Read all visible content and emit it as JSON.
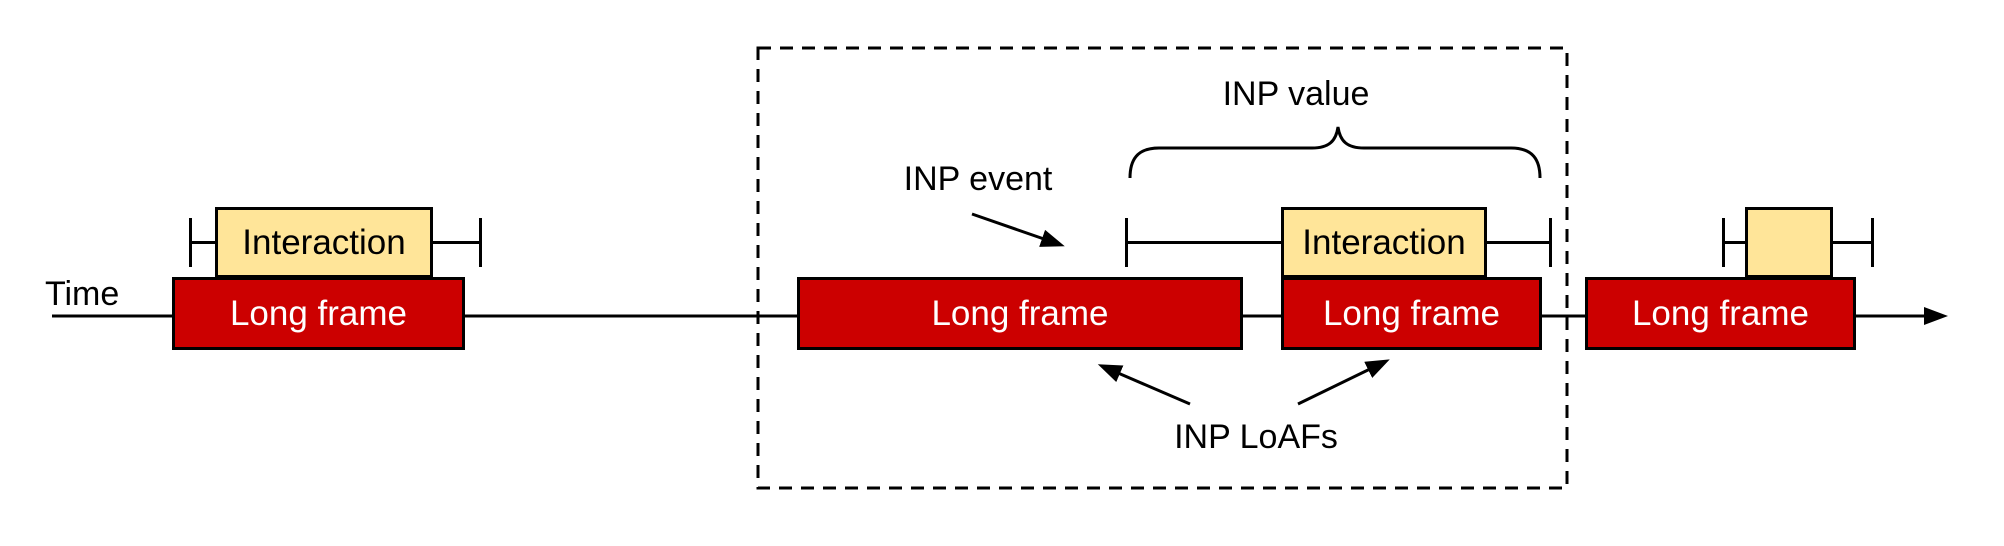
{
  "diagram": {
    "timeline": {
      "time_label": "Time"
    },
    "labels": {
      "long_frame": "Long frame",
      "interaction": "Interaction",
      "inp_event": "INP event",
      "inp_value": "INP value",
      "inp_loafs": "INP LoAFs"
    },
    "colors": {
      "long_frame_fill": "#cc0000",
      "long_frame_text": "#ffffff",
      "interaction_fill": "#ffe599",
      "line_color": "#000000",
      "background": "#ffffff"
    }
  }
}
